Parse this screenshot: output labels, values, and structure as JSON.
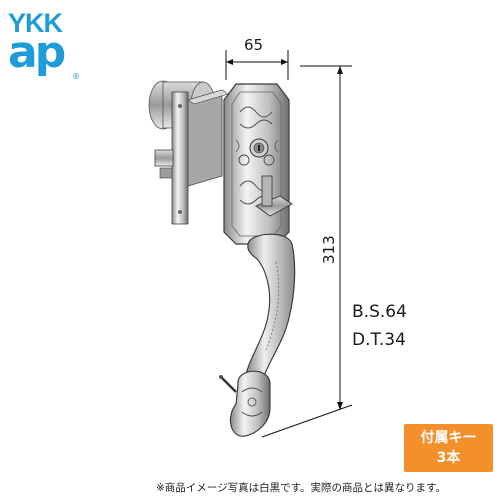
{
  "brand": {
    "logo_top": "YKK",
    "logo_bottom": "ap",
    "registered": "®",
    "color": "#1f9bd7"
  },
  "dimensions": {
    "width_label": "65",
    "height_label": "313"
  },
  "specs": {
    "bs": "B.S.64",
    "dt": "D.T.34"
  },
  "badge": {
    "line1": "付属キー",
    "line2": "3本",
    "color": "#f3902b"
  },
  "note": "※商品イメージ写真は白黒です。実際の商品とは異なります。"
}
